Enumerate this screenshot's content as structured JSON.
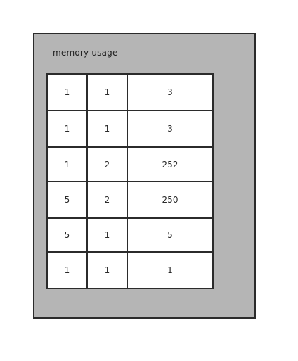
{
  "panel": {
    "title": "memory usage",
    "rows": [
      [
        "1",
        "1",
        "3"
      ],
      [
        "1",
        "1",
        "3"
      ],
      [
        "1",
        "2",
        "252"
      ],
      [
        "5",
        "2",
        "250"
      ],
      [
        "5",
        "1",
        "5"
      ],
      [
        "1",
        "1",
        "1"
      ]
    ]
  },
  "colors": {
    "panel_background": "#b5b5b5",
    "border": "#2b2b2b",
    "cell_background": "#ffffff"
  }
}
